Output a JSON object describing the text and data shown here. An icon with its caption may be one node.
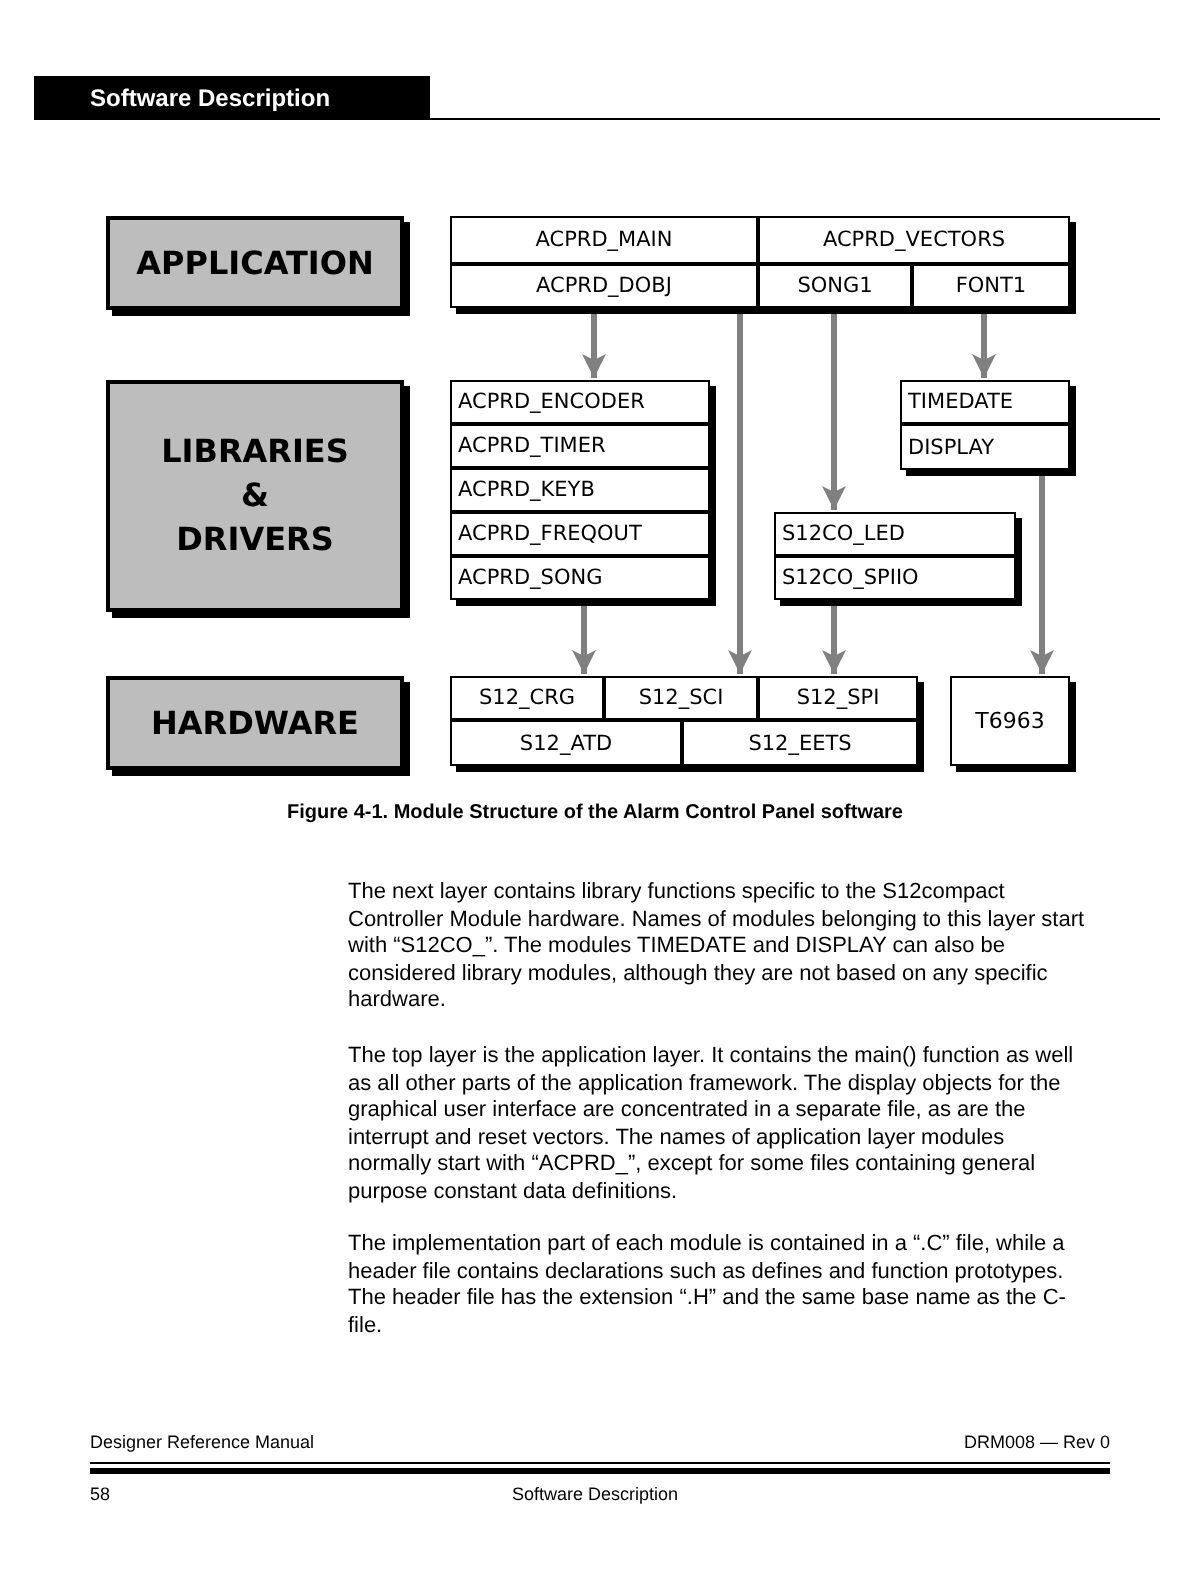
{
  "diagram": {
    "caption": "Figure 4-1. Module Structure of the Alarm Control Panel software",
    "nodes": [
      {
        "text": [
          "APPLICATION"
        ]
      },
      {
        "text": [],
        "shape": "box"
      },
      {
        "text": [
          "ACPRD_MAIN"
        ],
        "in": 1
      },
      {
        "text": [
          "ACPRD_VECTORS"
        ],
        "in": 1
      },
      {
        "text": [
          "ACPRD_DOBJ"
        ],
        "in": 1
      },
      {
        "text": [
          "SONG1"
        ],
        "in": 1
      },
      {
        "text": [
          "FONT1"
        ],
        "in": 1
      },
      {
        "text": [
          "LIBRARIES & DRIVERS"
        ]
      },
      {
        "text": [],
        "shape": "box"
      },
      {
        "text": [
          "ACPRD_ENCODER"
        ],
        "in": 8
      },
      {
        "text": [
          "ACPRD_TIMER"
        ],
        "in": 8
      },
      {
        "text": [
          "ACPRD_KEYB"
        ],
        "in": 8
      },
      {
        "text": [
          "ACPRD_FREQOUT"
        ],
        "in": 8
      },
      {
        "text": [
          "ACPRD_SONG"
        ],
        "in": 8
      },
      {
        "text": [],
        "shape": "box"
      },
      {
        "text": [
          "TIMEDATE"
        ],
        "in": 14
      },
      {
        "text": [
          "DISPLAY"
        ],
        "in": 14
      },
      {
        "text": [],
        "shape": "box"
      },
      {
        "text": [
          "S12CO_LED"
        ],
        "in": 17
      },
      {
        "text": [
          "S12CO_SPIIO"
        ],
        "in": 17
      },
      {
        "text": [
          "HARDWARE"
        ]
      },
      {
        "text": [],
        "shape": "box"
      },
      {
        "text": [
          "S12_CRG"
        ],
        "in": 21
      },
      {
        "text": [
          "S12_SCI"
        ],
        "in": 21
      },
      {
        "text": [
          "S12_SPI"
        ],
        "in": 21
      },
      {
        "text": [
          "S12_ATD"
        ],
        "in": 21
      },
      {
        "text": [
          "S12_EETS"
        ],
        "in": 21
      },
      {
        "text": [
          "T6963"
        ]
      }
    ],
    "edges": [
      {
        "from": 4,
        "to": 8,
        "arrow": "to"
      },
      {
        "from": 4,
        "to": 23,
        "arrow": "to"
      },
      {
        "from": 5,
        "to": 17,
        "arrow": "to"
      },
      {
        "from": 6,
        "to": 14,
        "arrow": "to"
      },
      {
        "from": 8,
        "to": 22,
        "arrow": "to"
      },
      {
        "from": 17,
        "to": 24,
        "arrow": "to"
      },
      {
        "from": 14,
        "to": 27,
        "arrow": "to"
      }
    ],
    "labels": [
      "Software Description",
      "The next layer contains library functions specific to the S12compact Controller Module hardware. Names of modules belonging to this layer start with “S12CO_”. The modules TIMEDATE and DISPLAY can also be considered library modules, although they are not based on any specific hardware.",
      "The top layer is the application layer. It contains the main() function as well as all other parts of the application framework. The display objects for the graphical user interface are concentrated in a separate file, as are the interrupt and reset vectors. The names of application layer modules normally start with “ACPRD_”, except for some files containing general purpose constant data definitions.",
      "The implementation part of each module is contained in a “.C” file, while a header file contains declarations such as defines and function prototypes. The header file has the extension “.H” and the same base name as the C-file.",
      "Designer Reference Manual",
      "DRM008 — Rev 0",
      "58",
      "Software Description"
    ]
  }
}
